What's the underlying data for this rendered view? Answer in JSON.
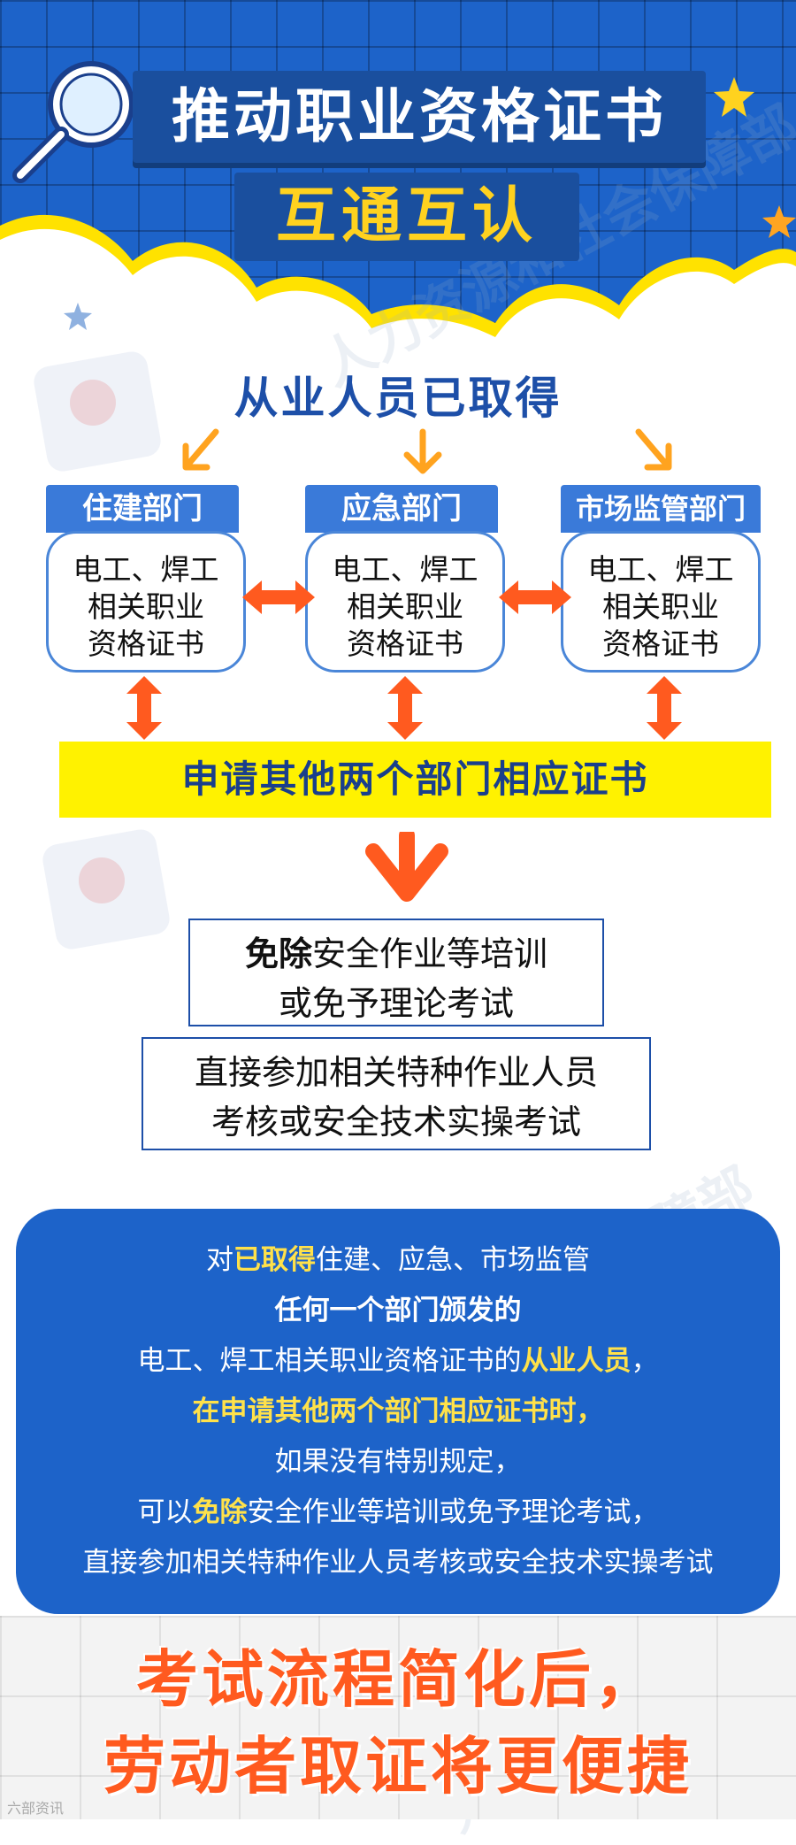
{
  "header": {
    "title": "推动职业资格证书",
    "subtitle": "互通互认"
  },
  "flow": {
    "heading": "从业人员已取得",
    "departments": [
      {
        "name": "住建部门",
        "cert_lines": [
          "电工、焊工",
          "相关职业",
          "资格证书"
        ]
      },
      {
        "name": "应急部门",
        "cert_lines": [
          "电工、焊工",
          "相关职业",
          "资格证书"
        ]
      },
      {
        "name": "市场监管部门",
        "cert_lines": [
          "电工、焊工",
          "相关职业",
          "资格证书"
        ]
      }
    ],
    "apply_bar": "申请其他两个部门相应证书",
    "exempt_box": {
      "bold": "免除",
      "rest": "安全作业等培训",
      "line2": "或免予理论考试"
    },
    "direct_box": {
      "line1": "直接参加相关特种作业人员",
      "line2": "考核或安全技术实操考试"
    }
  },
  "info": {
    "l1_a": "对",
    "l1_b": "已取得",
    "l1_c": "住建、应急、市场监管",
    "l2": "任何一个部门颁发的",
    "l3_a": "电工、焊工相关职业资格证书的",
    "l3_b": "从业人员",
    "l3_c": "，",
    "l4": "在申请其他两个部门相应证书时，",
    "l5": "如果没有特别规定，",
    "l6_a": "可以",
    "l6_b": "免除",
    "l6_c": "安全作业等培训或免予理论考试，",
    "l7": "直接参加相关特种作业人员考核或安全技术实操考试"
  },
  "slogan": {
    "line1": "考试流程简化后，",
    "line2": "劳动者取证将更便捷"
  },
  "watermark": "人力资源和社会保障部",
  "footer_logo": "六部资讯",
  "colors": {
    "primary_blue": "#1d63c9",
    "dark_blue": "#1a4f9e",
    "accent_yellow": "#ffd21f",
    "bar_yellow": "#fff200",
    "arrow_orange": "#ff5a1f"
  }
}
